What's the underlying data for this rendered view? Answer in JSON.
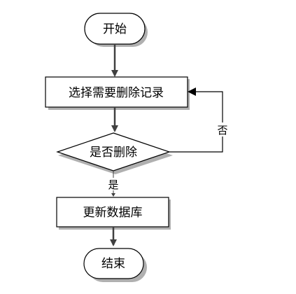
{
  "diagram": {
    "nodes": {
      "start": {
        "label": "开始",
        "shape": "terminal"
      },
      "select": {
        "label": "选择需要删除记录",
        "shape": "process"
      },
      "decision": {
        "label": "是否删除",
        "shape": "decision"
      },
      "update": {
        "label": "更新数据库",
        "shape": "process"
      },
      "end": {
        "label": "结束",
        "shape": "terminal"
      }
    },
    "edges": {
      "yes_label": "是",
      "no_label": "否"
    },
    "colors": {
      "stroke": "#000000",
      "arrow": "#404040",
      "fill": "#ffffff",
      "shadow": "#b0b0b0"
    }
  }
}
